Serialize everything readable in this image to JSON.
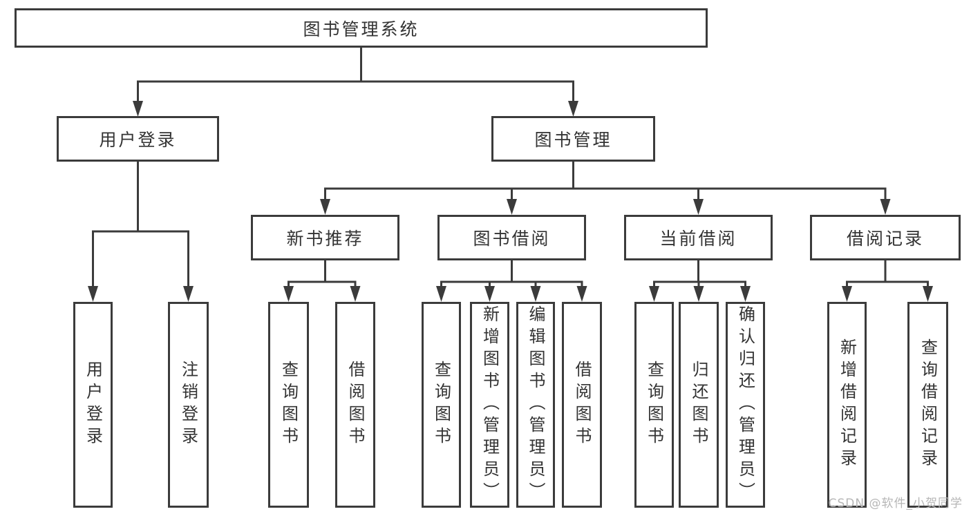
{
  "nodes": {
    "root": "图书管理系统",
    "user_login": "用户登录",
    "book_management": "图书管理",
    "new_book_recommend": "新书推荐",
    "book_borrowing": "图书借阅",
    "current_borrowing": "当前借阅",
    "borrowing_records": "借阅记录"
  },
  "leaves": {
    "user_login": "用户登录",
    "logout_login": "注销登录",
    "rec_query_books": "查询图书",
    "rec_borrow_books": "借阅图书",
    "bor_query_books": "查询图书",
    "bor_add_books_admin": "新增图书（管理员）",
    "bor_edit_books_admin": "编辑图书（管理员）",
    "bor_borrow_books": "借阅图书",
    "cur_query_books": "查询图书",
    "cur_return_books": "归还图书",
    "cur_confirm_return_admin": "确认归还（管理员）",
    "add_borrow_record": "新增借阅记录",
    "query_borrow_record": "查询借阅记录"
  },
  "watermark": "CSDN @软件_小贺同学",
  "colors": {
    "line": "#3b3b3b",
    "text": "#333333",
    "watermark": "#b6b6b6",
    "background": "#ffffff"
  }
}
